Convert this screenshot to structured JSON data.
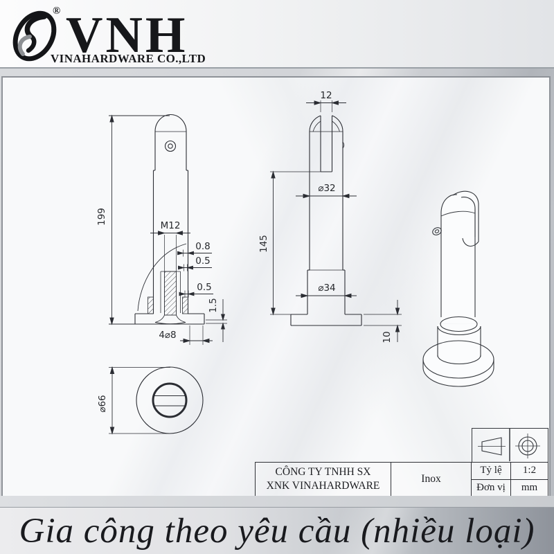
{
  "header": {
    "brand": "VNH",
    "registered": "®",
    "company": "VINAHARDWARE CO.,LTD"
  },
  "drawing": {
    "front_view": {
      "height": "199",
      "thread": "M12",
      "gap_top": "0.8",
      "gap_mid": "0.5",
      "gap_bottom": "0.5",
      "washer": "1.5",
      "base_holes": "4⌀8"
    },
    "side_view": {
      "slot_width": "12",
      "top_diameter": "⌀32",
      "body_height": "145",
      "bottom_diameter": "⌀34",
      "base_height": "10"
    },
    "bottom_view": {
      "base_diameter": "⌀66"
    }
  },
  "title_block": {
    "company_line1": "CÔNG TY TNHH SX",
    "company_line2": "XNK VINAHARDWARE",
    "material": "Inox",
    "scale_label": "Tỷ lệ",
    "scale_value": "1:2",
    "unit_label": "Đơn vị",
    "unit_value": "mm"
  },
  "footer": {
    "caption": "Gia công theo yêu cầu (nhiều loại)"
  },
  "colors": {
    "line": "#2b2d33",
    "logo": "#16171a",
    "frame_border": "#8e9298",
    "page_background": "#cdd0d4"
  }
}
